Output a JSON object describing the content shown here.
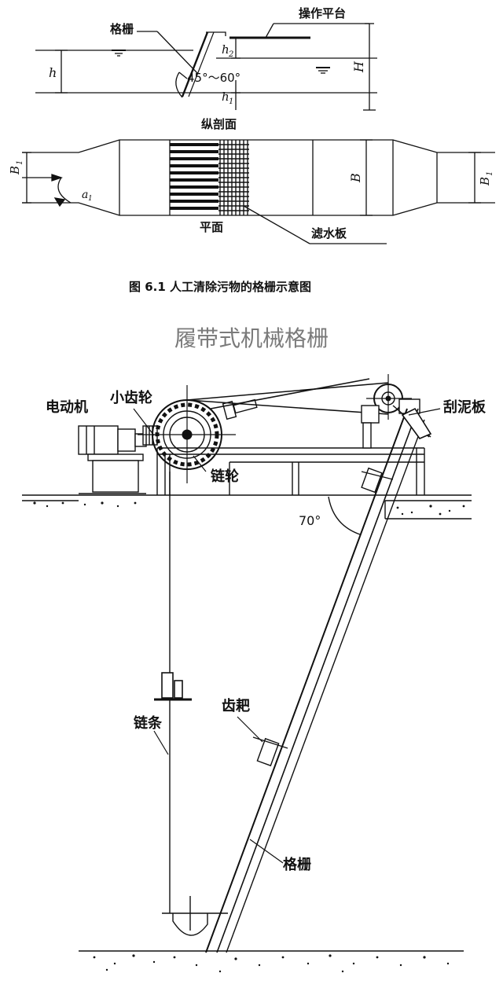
{
  "figure1": {
    "labels": {
      "grille": "格栅",
      "platform": "操作平台",
      "h": "h",
      "h2": "h",
      "h2_sub": "2",
      "h1": "h",
      "h1_sub": "1",
      "H": "H",
      "angle": "45°～60°",
      "section": "纵剖面",
      "B1_left": "B",
      "B1_left_sub": "1",
      "alpha": "a",
      "alpha_sub": "1",
      "B": "B",
      "B1_right": "B",
      "B1_right_sub": "1",
      "plan": "平面",
      "filter_plate": "滤水板"
    },
    "caption": "图 6.1   人工清除污物的格栅示意图"
  },
  "figure2": {
    "title": "履带式机械格栅",
    "labels": {
      "motor": "电动机",
      "pinion": "小齿轮",
      "scraper": "刮泥板",
      "sprocket": "链轮",
      "angle": "70°",
      "rake": "齿耙",
      "chain": "链条",
      "grille": "格栅"
    }
  },
  "colors": {
    "ink": "#111111",
    "title_gray": "#7a7a7a",
    "background": "#ffffff"
  }
}
